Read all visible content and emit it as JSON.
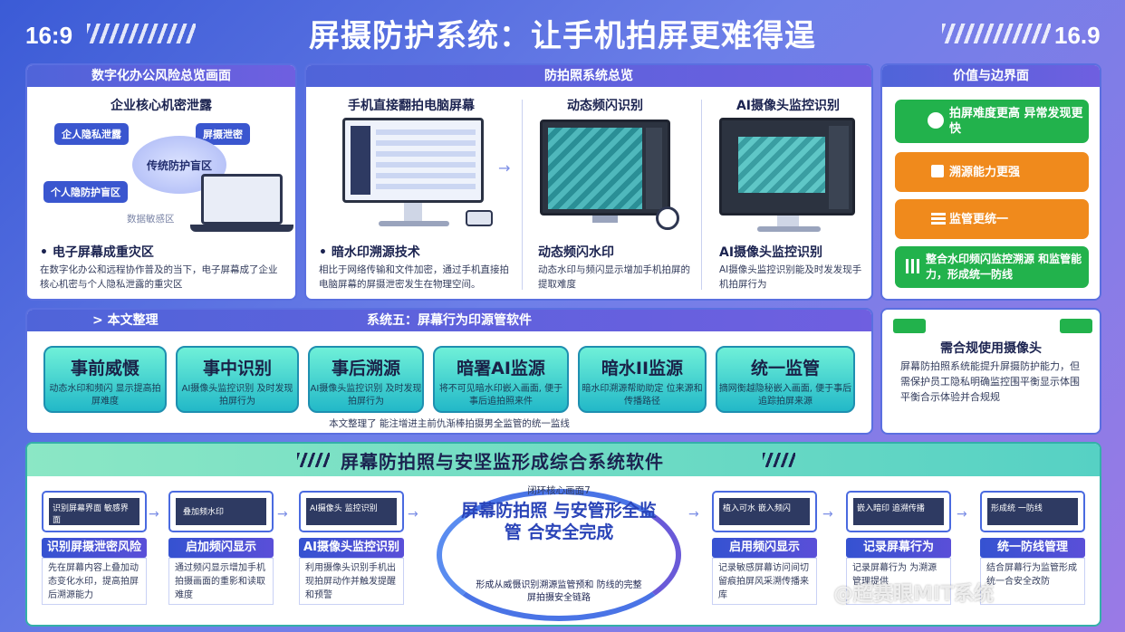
{
  "header": {
    "title": "屏摄防护系统：让手机拍屏更难得逞",
    "ratio_left": "16:9",
    "ratio_right": "16.9"
  },
  "panel1": {
    "header": "数字化办公风险总览画面",
    "subtitle": "企业核心机密泄露",
    "chips": [
      "企人隐私泄露",
      "屏摄泄密",
      "个人隐防护盲区"
    ],
    "bubble": "传统防护盲区",
    "caption": "数据敏感区",
    "bullet": "电子屏幕成重灾区",
    "text": "在数字化办公和远程协作普及的当下，电子屏幕成了企业核心机密与个人隐私泄露的重灾区"
  },
  "panel2": {
    "header": "防拍照系统总览",
    "cols": [
      {
        "title": "手机直接翻拍电脑屏幕",
        "bullet": "暗水印溯源技术",
        "text": "相比于网络传输和文件加密，通过手机直接拍电脑屏幕的屏摄泄密发生在物理空间。"
      },
      {
        "title": "动态频闪识别",
        "bullet": "动态频闪水印",
        "text": "动态水印与频闪显示增加手机拍屏的提取难度"
      },
      {
        "title": "AI摄像头监控识别",
        "bullet": "AI摄像头监控识别",
        "text": "AI摄像头监控识别能及时发发现手机拍屏行为"
      }
    ]
  },
  "panel3": {
    "header": "价值与边界面",
    "buttons": [
      {
        "label": "拍屏难度更高 异常发现更快",
        "color": "#22b24c",
        "icon": "shield-eye-icon"
      },
      {
        "label": "溯源能力更强",
        "color": "#f08a1c",
        "icon": "trace-icon"
      },
      {
        "label": "监管更统一",
        "color": "#f08a1c",
        "icon": "stack-icon"
      },
      {
        "label": "整合水印频闪监控溯源 和监管能力，形成统一防线",
        "color": "#22b24c",
        "icon": "grid-icon"
      }
    ]
  },
  "panel4": {
    "header_left": "> 本文整理",
    "header": "系统五：屏幕行为印源管软件",
    "cards": [
      {
        "title": "事前威慑",
        "desc": "动态水印和频闪 显示提高拍屏难度"
      },
      {
        "title": "事中识别",
        "desc": "AI摄像头监控识别 及时发现拍屏行为"
      },
      {
        "title": "事后溯源",
        "desc": "AI摄像头监控识别 及时发现拍屏行为"
      },
      {
        "title": "暗署AI监源",
        "desc": "将不可见暗水印嵌入画面, 便于事后追拍照来件"
      },
      {
        "title": "暗水II监源",
        "desc": "暗水印溯源帮助助定 位来源和传播路径"
      },
      {
        "title": "统一监管",
        "desc": "摘网衡越隐秘嵌入画面, 便于事后追踪拍屏来源"
      }
    ],
    "footer": "本文整理了 能注增进主前仇渐棒拍摄男全监管的统一监线"
  },
  "panel5": {
    "title": "需合规使用摄像头",
    "text": "屏幕防拍照系统能提升屏摄防护能力，但需保护员工隐私明确监控围平衡显示体围平衡合示体验并合规规"
  },
  "bottom": {
    "title": "屏幕防拍照与安坚监形成综合系统软件",
    "loop_caption": "闭环核心画面7",
    "center_main": "屏幕防拍照 与安管形全监管 合安全完成",
    "center_note": "形成从威慑识别溯源监管预和 防线的完整屏拍摄安全链路",
    "steps": [
      {
        "img_text": "识别屏幕界面 敏感界面",
        "label": "识别屏摄泄密风险",
        "desc": "先在屏幕内容上叠加动态变化水印，提高拍屏后溯源能力"
      },
      {
        "img_text": "叠加频水印",
        "label": "启加频闪显示",
        "desc": "通过频闪显示增加手机拍摄画面的重影和读取难度"
      },
      {
        "img_text": "AI摄像头 监控识别",
        "label": "AI摄像头监控识别",
        "desc": "利用摄像头识别手机出现拍屏动作并触发提醒和预警"
      },
      {
        "img_text": "植入可水 嵌入频闪",
        "label": "启用频闪显示",
        "desc": "记录敏感屏幕访问间切留痕拍屏风采溯传播来库"
      },
      {
        "img_text": "嵌入暗印 追溯传播",
        "label": "记录屏幕行为",
        "desc": "记录屏幕行为 为溯源管理提供"
      },
      {
        "img_text": "形成统 一防线",
        "label": "统一防线管理",
        "desc": "结合屏幕行为监管形成统一合安全改防"
      }
    ],
    "watermark": "@超赛眼MIT系统"
  }
}
